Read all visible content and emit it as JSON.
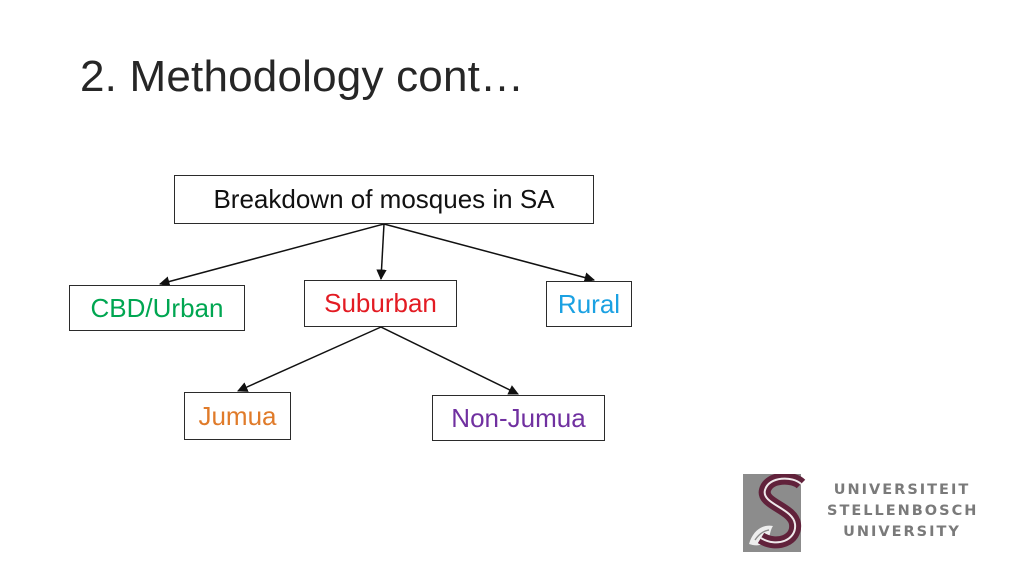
{
  "slide": {
    "title": "2. Methodology cont…"
  },
  "diagram": {
    "root": {
      "label": "Breakdown of mosques in SA",
      "color": "#111111"
    },
    "level1": [
      {
        "label": "CBD/Urban",
        "color": "#00A651"
      },
      {
        "label": "Suburban",
        "color": "#E31B23"
      },
      {
        "label": "Rural",
        "color": "#1BA1E2"
      }
    ],
    "level2": [
      {
        "label": "Jumua",
        "color": "#E07B2A"
      },
      {
        "label": "Non-Jumua",
        "color": "#7030A0"
      }
    ],
    "edges": [
      {
        "from": "Breakdown of mosques in SA",
        "to": "CBD/Urban"
      },
      {
        "from": "Breakdown of mosques in SA",
        "to": "Suburban"
      },
      {
        "from": "Breakdown of mosques in SA",
        "to": "Rural"
      },
      {
        "from": "Suburban",
        "to": "Jumua"
      },
      {
        "from": "Suburban",
        "to": "Non-Jumua"
      }
    ]
  },
  "logo": {
    "icon": "stellenbosch-s-crest-icon",
    "lines": [
      "UNIVERSITEIT",
      "STELLENBOSCH",
      "UNIVERSITY"
    ],
    "colors": {
      "crest_grey": "#8C8C8C",
      "s_maroon": "#61223B",
      "text": "#7A7A7A"
    }
  }
}
